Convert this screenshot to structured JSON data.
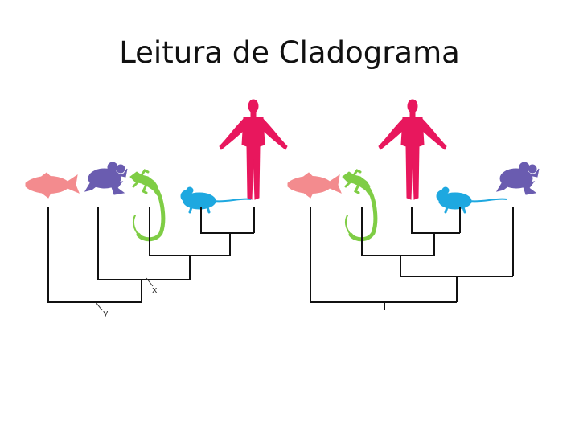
{
  "title": "Leitura de Cladograma",
  "colors": {
    "fish": "#f38b8e",
    "frog": "#6a5cb0",
    "lizard": "#7fcd45",
    "mouse": "#1ea8e0",
    "human": "#e8175d",
    "line": "#111111"
  },
  "cladograms": [
    {
      "taxa_order": [
        "fish",
        "frog",
        "lizard",
        "mouse",
        "human"
      ],
      "node_labels": [
        "x",
        "y"
      ]
    },
    {
      "taxa_order": [
        "fish",
        "lizard",
        "human",
        "mouse",
        "frog"
      ],
      "node_labels": []
    }
  ],
  "icons": {
    "fish": "fish-icon",
    "frog": "frog-icon",
    "lizard": "lizard-icon",
    "mouse": "mouse-icon",
    "human": "human-icon"
  }
}
